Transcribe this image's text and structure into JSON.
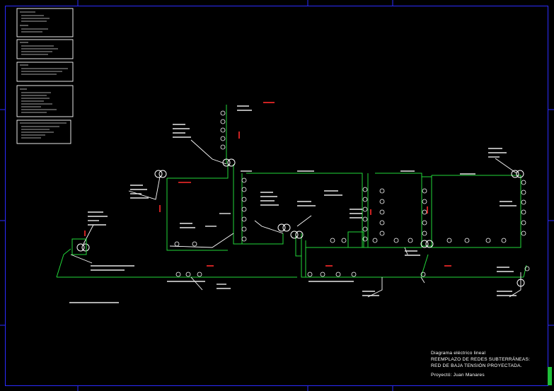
{
  "title_block": {
    "line1": "Diagrama eléctrico lineal",
    "line2": "REEMPLAZO DE REDES SUBTERRÁNEAS:",
    "line3": "RED DE BAJA TENSIÓN PROYECTADA.",
    "line4": "Proyectó: Juan Manares"
  },
  "colors": {
    "background": "#000000",
    "frame": "#2b2bff",
    "network": "#22d83a",
    "cable": "#ffffff",
    "label": "#e8e8e8",
    "alert": "#ff2a2a"
  },
  "icons": [
    "transformer-icon",
    "meter-icon",
    "junction-icon",
    "pole-icon"
  ]
}
